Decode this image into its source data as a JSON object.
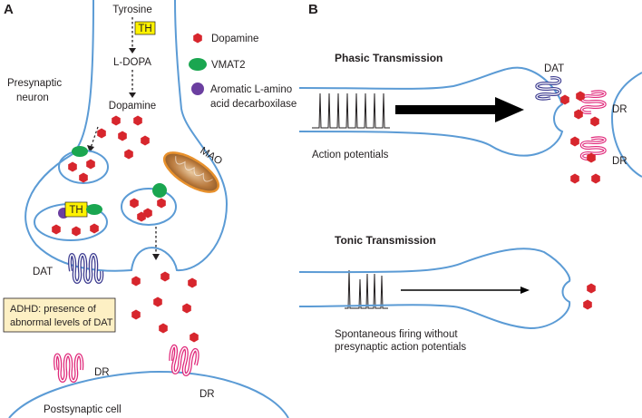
{
  "panel_a": {
    "label": "A",
    "tyrosine": "Tyrosine",
    "th_box": "TH",
    "l_dopa": "L-DOPA",
    "dopamine": "Dopamine",
    "presynaptic": [
      "Presynaptic",
      "neuron"
    ],
    "mao": "MAO",
    "th_box2": "TH",
    "dat": "DAT",
    "adhd_note": [
      "ADHD: presence of",
      "abnormal levels of DAT"
    ],
    "dr_left": "DR",
    "dr_right": "DR",
    "postsynaptic": "Postsynaptic cell",
    "legend": {
      "dopamine": "Dopamine",
      "vmat2": "VMAT2",
      "aadc": [
        "Aromatic L-amino",
        "acid decarboxilase"
      ]
    }
  },
  "panel_b": {
    "label": "B",
    "phasic_title": "Phasic Transmission",
    "dat": "DAT",
    "dr_top": "DR",
    "dr_bottom": "DR",
    "action_potentials": "Action potentials",
    "tonic_title": "Tonic Transmission",
    "spontaneous": [
      "Spontaneous firing without",
      "presynaptic action potentials"
    ]
  },
  "colors": {
    "membrane": "#5b9bd5",
    "dopamine": "#d7262d",
    "vmat2": "#1aa650",
    "aadc": "#6b3fa0",
    "th_box": "#fff200",
    "note_box": "#fdf0c4",
    "mao": "#e8912d",
    "dat": "#3b3a8f",
    "dr": "#e0287a"
  }
}
